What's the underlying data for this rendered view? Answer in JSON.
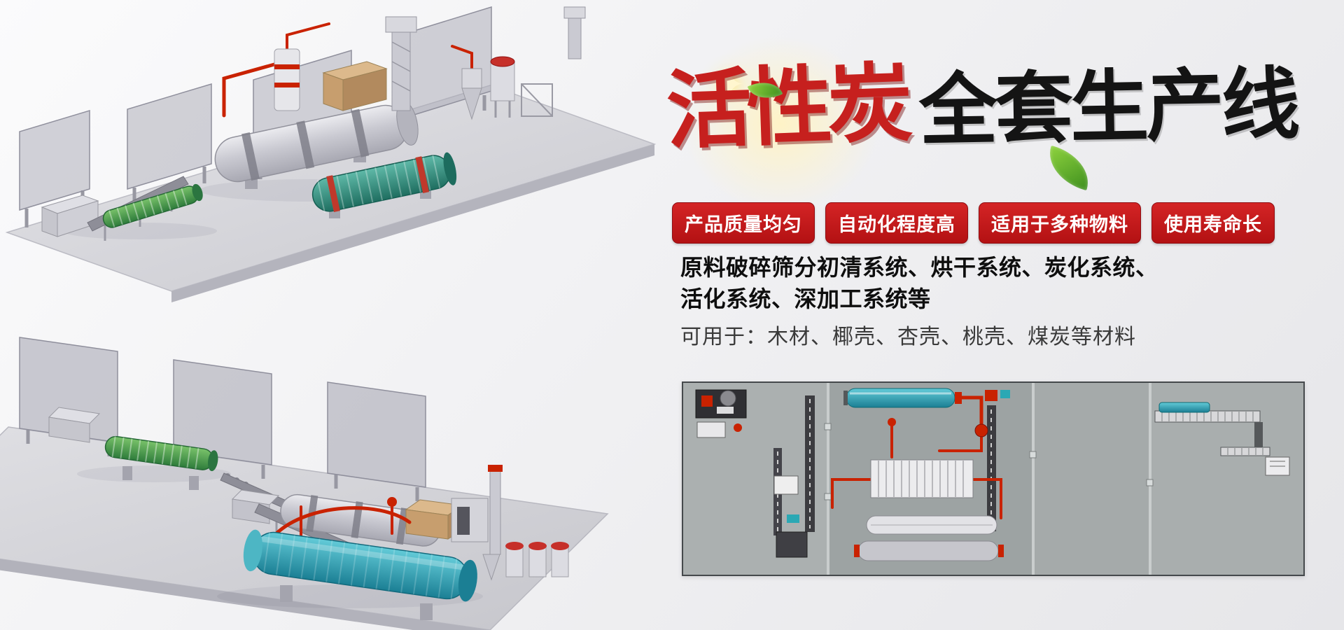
{
  "title": {
    "red": "活性炭",
    "black": "全套生产线"
  },
  "badges": [
    {
      "label": "产品质量均匀"
    },
    {
      "label": "自动化程度高"
    },
    {
      "label": "适用于多种物料"
    },
    {
      "label": "使用寿命长"
    }
  ],
  "description": {
    "line1": "原料破碎筛分初清系统、烘干系统、炭化系统、",
    "line2": "活化系统、深加工系统等",
    "line3": "可用于：木材、椰壳、杏壳、桃壳、煤炭等材料"
  },
  "decorations": {
    "sparkle_icon": "✦",
    "leaf_icons": 2
  },
  "colors": {
    "badge_red": "#c3161c",
    "title_red": "#c6201e",
    "title_black": "#141414",
    "pipe_red": "#c92200",
    "drum_teal": "#2ba8b4",
    "drum_green": "#3f9e4d",
    "machine_gray": "#c9c9d1",
    "background": "#ededee",
    "diagram_floor": "#a3a8a8"
  },
  "illustrations": {
    "top_render": "isometric-3d-render-of-production-line",
    "bottom_render": "isometric-3d-render-of-production-line-second-view",
    "layout_diagram": "top-view-plant-layout-diagram"
  }
}
